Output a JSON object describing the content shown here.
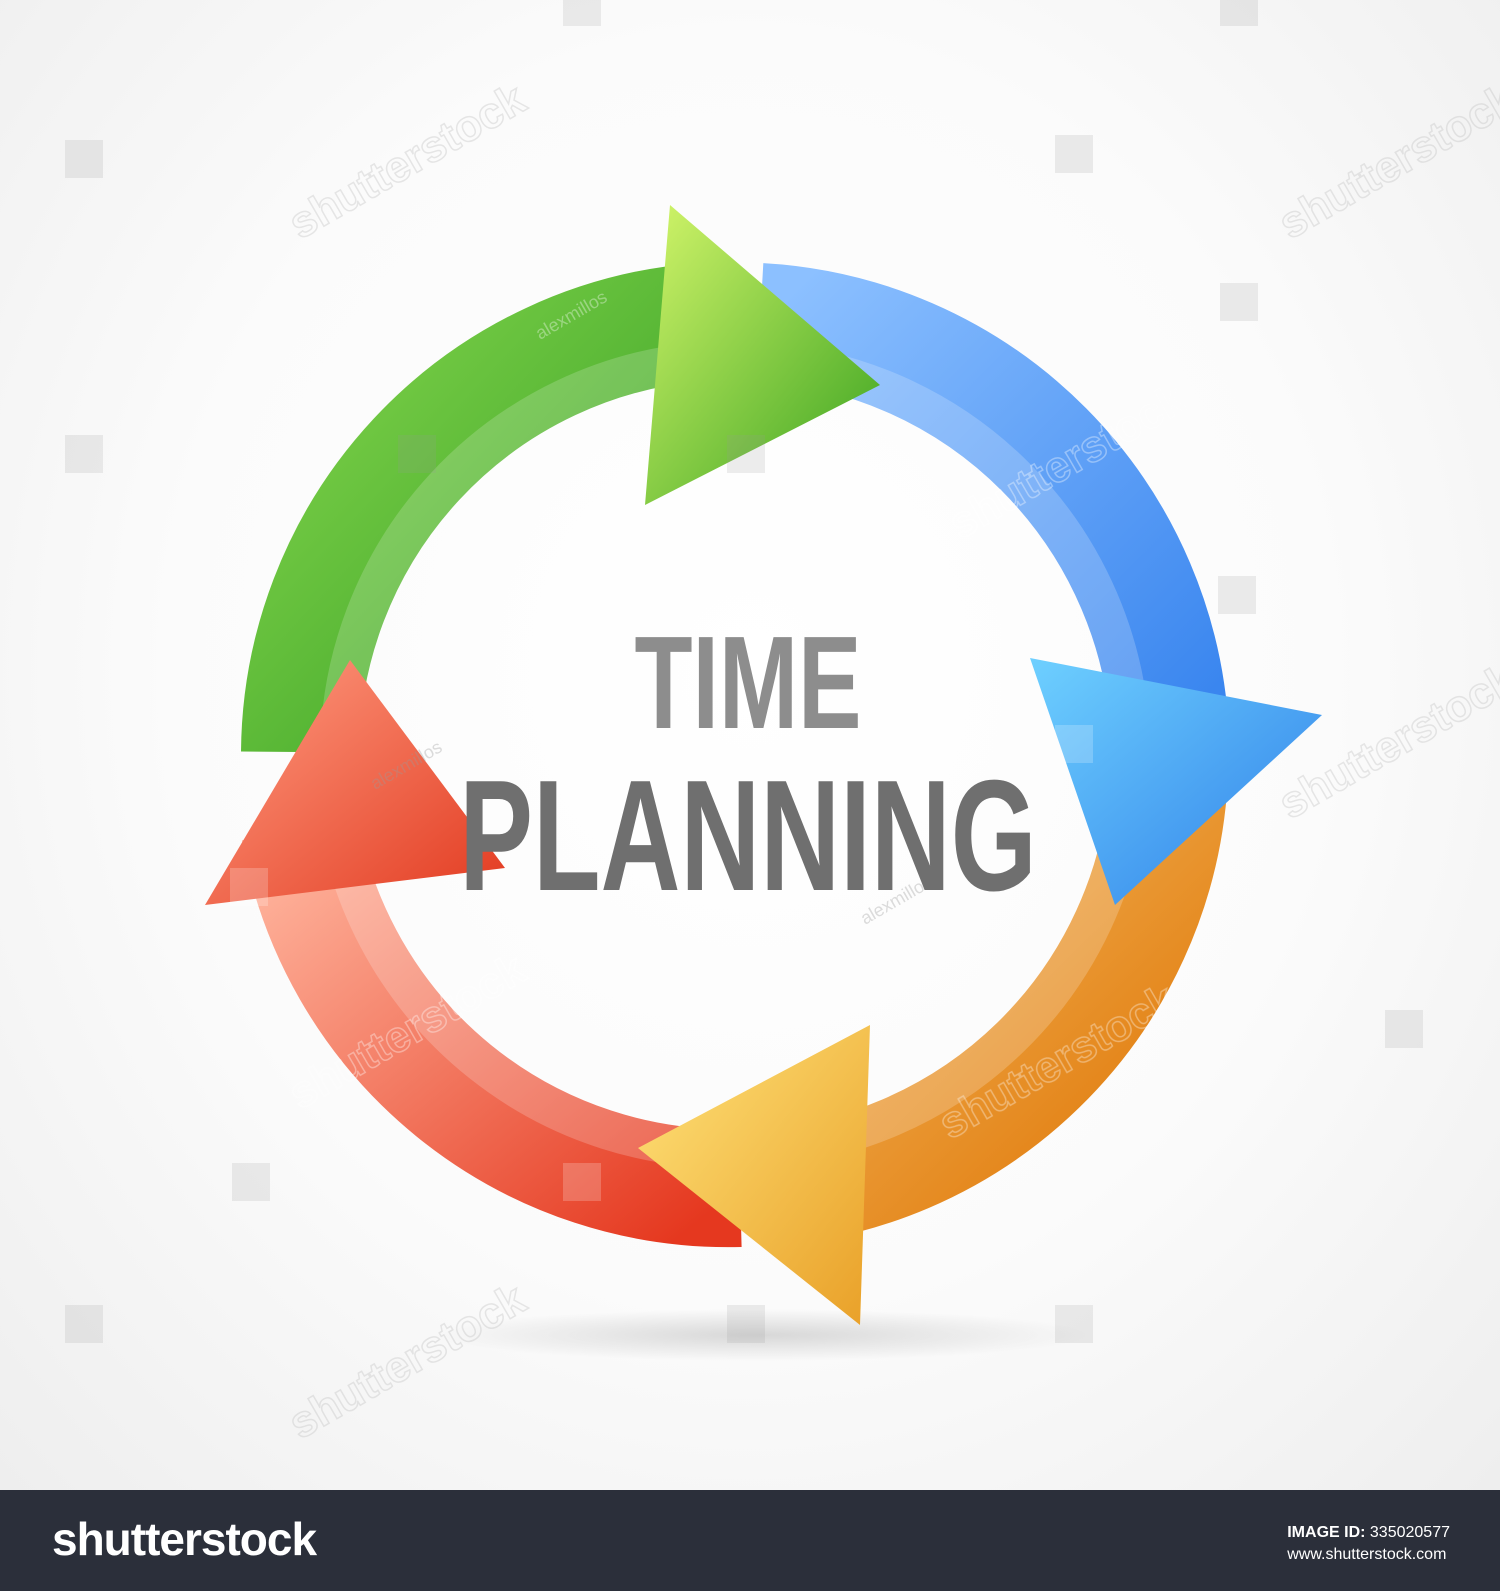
{
  "diagram": {
    "title_line1": "TIME",
    "title_line2": "PLANNING",
    "segments": [
      {
        "name": "green",
        "color": "#4aa62a"
      },
      {
        "name": "blue",
        "color": "#3d8ef0"
      },
      {
        "name": "orange",
        "color": "#e98a14"
      },
      {
        "name": "red",
        "color": "#e9533a"
      }
    ]
  },
  "watermark": {
    "stock_text": "shutterstock",
    "author_text": "alexmillos"
  },
  "footer": {
    "logo_text": "shutterstock",
    "image_id_label": "IMAGE ID:",
    "image_id_value": "335020577",
    "site": "www.shutterstock.com"
  }
}
